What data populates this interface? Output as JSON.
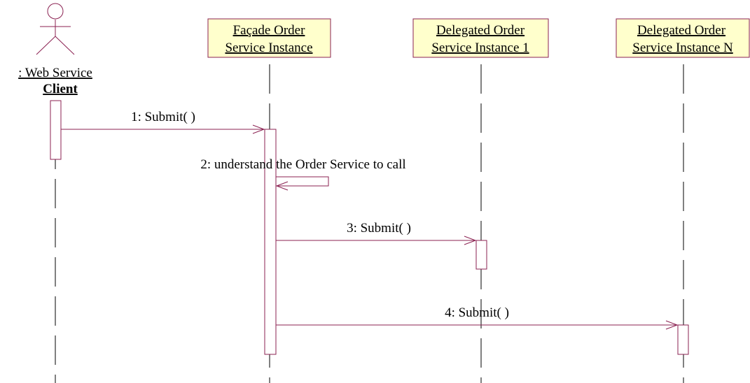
{
  "actor": {
    "label_line1": ": Web Service ",
    "label_line2": "Client"
  },
  "objects": [
    {
      "line1": "Façade Order ",
      "line2": "Service Instance"
    },
    {
      "line1": "Delegated Order ",
      "line2": "Service Instance 1"
    },
    {
      "line1": "Delegated Order ",
      "line2": "Service Instance N"
    }
  ],
  "messages": [
    {
      "label": "1: Submit( )"
    },
    {
      "label": "2: understand the Order Service to call"
    },
    {
      "label": "3: Submit( )"
    },
    {
      "label": "4: Submit( )"
    }
  ],
  "colors": {
    "line": "#8b2252",
    "object_fill": "#ffffcc",
    "object_border": "#8b2252",
    "lifeline": "#000000",
    "text": "#000000"
  }
}
